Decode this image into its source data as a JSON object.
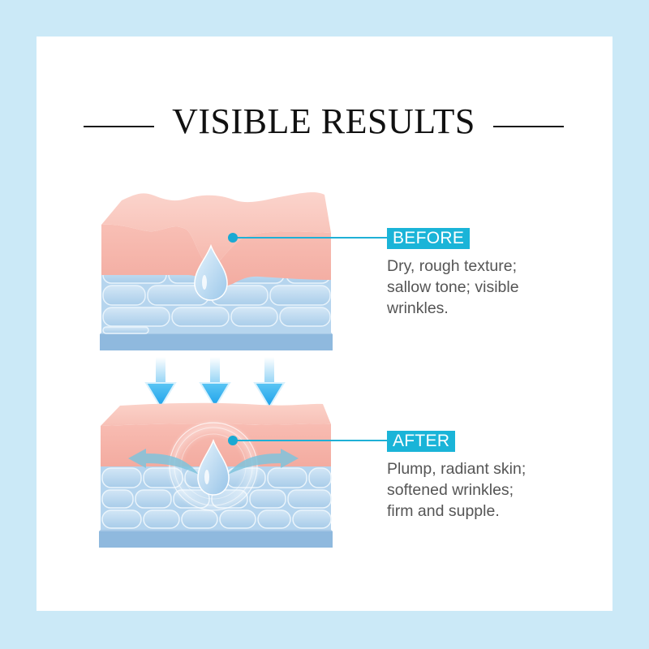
{
  "page": {
    "title": "VISIBLE RESULTS",
    "colors": {
      "frame": "#cbe9f7",
      "panel": "#ffffff",
      "badge": "#1ab4d8",
      "connector": "#1fb0d6",
      "skin_top": "#f7b8ae",
      "cell_blue": "#a9cdea",
      "base_blue": "#8fb9de",
      "arrow_blue": "#1aa8ec",
      "text_gray": "#555555"
    }
  },
  "sections": [
    {
      "id": "before",
      "label": "BEFORE",
      "description_lines": [
        "Dry, rough texture;",
        "sallow tone; visible",
        "wrinkles."
      ],
      "illustration": "wrinkled-skin-layer-with-water-drop"
    },
    {
      "id": "after",
      "label": "AFTER",
      "description_lines": [
        "Plump, radiant skin;",
        "softened wrinkles;",
        "firm and supple."
      ],
      "illustration": "smooth-skin-layer-with-hydration-glow"
    }
  ],
  "transition": {
    "icon": "down-arrows-icon",
    "count": 3
  }
}
